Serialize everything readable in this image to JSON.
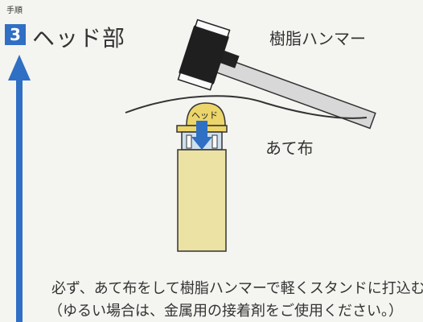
{
  "step": {
    "kicker": "手順",
    "number": "3",
    "title": "ヘッド部"
  },
  "labels": {
    "hammer": "樹脂ハンマー",
    "cloth": "あて布",
    "head": "ヘッド"
  },
  "instructions": {
    "line1": "必ず、あて布をして樹脂ハンマーで軽くスタンドに打込む。",
    "line2": "（ゆるい場合は、金属用の接着剤をご使用ください。）"
  },
  "colors": {
    "accent_blue": "#2f6fc4",
    "handle_gray": "#d8d8d8",
    "shaft_yellow": "#ece2a4",
    "head_yellow": "#ecd56a"
  }
}
